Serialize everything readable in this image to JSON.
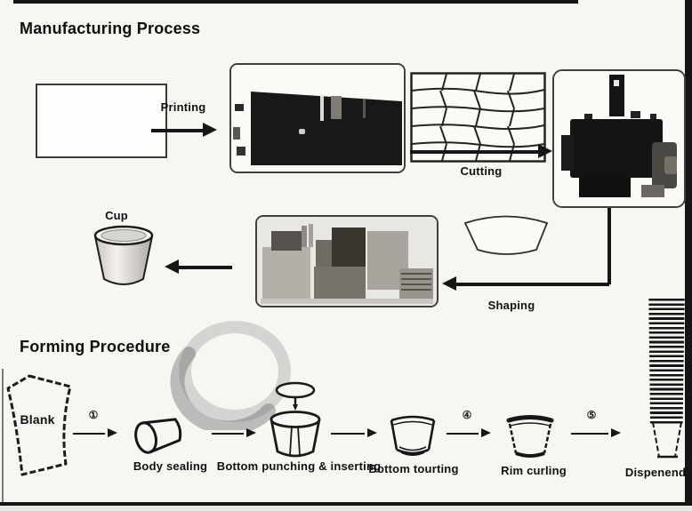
{
  "colors": {
    "ink": "#141414",
    "paper": "#f8f6f3"
  },
  "manufacturing": {
    "title": "Manufacturing Process",
    "labels": {
      "printing": "Printing",
      "cutting": "Cutting",
      "shaping": "Shaping",
      "cup": "Cup"
    }
  },
  "forming": {
    "title": "Forming Procedure",
    "blank": "Blank",
    "step_numbers": {
      "s1": "①",
      "s4": "④",
      "s5": "⑤"
    },
    "labels": {
      "body_sealing": "Body sealing",
      "bottom_punching": "Bottom punching & inserting",
      "bottom_tourting": "Bottom tourting",
      "rim_curling": "Rim curling",
      "dispensed": "Dispenend"
    }
  }
}
